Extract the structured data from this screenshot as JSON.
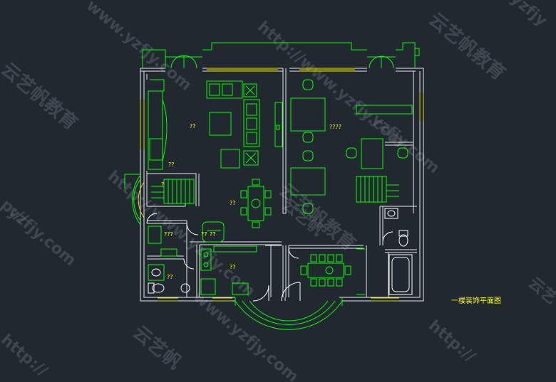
{
  "drawing": {
    "title": "一楼装饰平面图",
    "colors": {
      "background": "#212830",
      "walls": "#e8e8e8",
      "furniture": "#00ff00",
      "windows": "#dddd00",
      "labels": "#ffff00",
      "watermark": "#56606a"
    }
  },
  "room_labels": [
    {
      "id": "bedroom-left",
      "text": "??"
    },
    {
      "id": "living",
      "text": "??"
    },
    {
      "id": "hall-left",
      "text": "??"
    },
    {
      "id": "stair-left",
      "text": "?"
    },
    {
      "id": "dining",
      "text": "??"
    },
    {
      "id": "kitchen-small",
      "text": "???"
    },
    {
      "id": "pantry",
      "text": "??"
    },
    {
      "id": "bathroom-left",
      "text": "??"
    },
    {
      "id": "kitchen",
      "text": "??"
    },
    {
      "id": "office",
      "text": "????"
    }
  ],
  "watermarks": [
    {
      "id": "wm1",
      "text": "云艺帆教育"
    },
    {
      "id": "wm2",
      "text": "www.yzfjy.com"
    },
    {
      "id": "wm3",
      "text": "http://www.yzfjy.com"
    },
    {
      "id": "wm4",
      "text": "云艺帆教育"
    },
    {
      "id": "wm5",
      "text": "http://www.yzfjy.com"
    },
    {
      "id": "wm6",
      "text": "云艺帆教育"
    },
    {
      "id": "wm7",
      "text": "yzfjy.com"
    },
    {
      "id": "wm8",
      "text": "http://"
    },
    {
      "id": "wm9",
      "text": "云艺帆"
    },
    {
      "id": "wm10",
      "text": "http://"
    },
    {
      "id": "wm11",
      "text": "云艺"
    },
    {
      "id": "wm12",
      "text": "www.yzfjy.com"
    },
    {
      "id": "wm13",
      "text": "yzfjy"
    },
    {
      "id": "wm14",
      "text": "p://"
    },
    {
      "id": "wm15",
      "text": "云艺帆"
    },
    {
      "id": "wm16",
      "text": "yzfjy.com"
    }
  ]
}
